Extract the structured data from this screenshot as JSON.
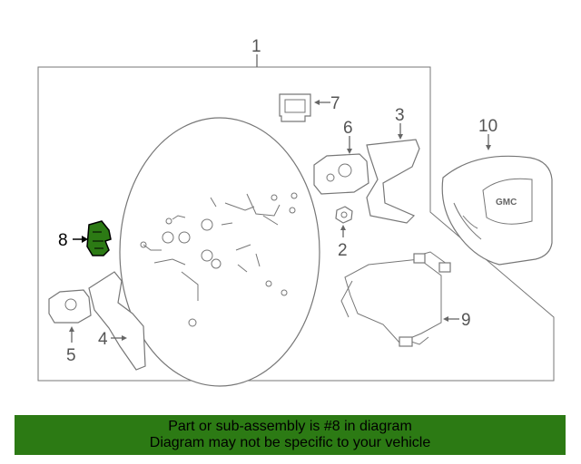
{
  "callouts": {
    "c1": "1",
    "c2": "2",
    "c3": "3",
    "c4": "4",
    "c5": "5",
    "c6": "6",
    "c7": "7",
    "c8": "8",
    "c9": "9",
    "c10": "10"
  },
  "logo_text": "GMC",
  "highlighted_part": "8",
  "colors": {
    "highlight": "#2c7a14",
    "banner_bg": "#2c7a14",
    "line": "#777777"
  },
  "banner": {
    "line1": "Part or sub-assembly is #8 in diagram",
    "line2": "Diagram may not be specific to your vehicle"
  }
}
